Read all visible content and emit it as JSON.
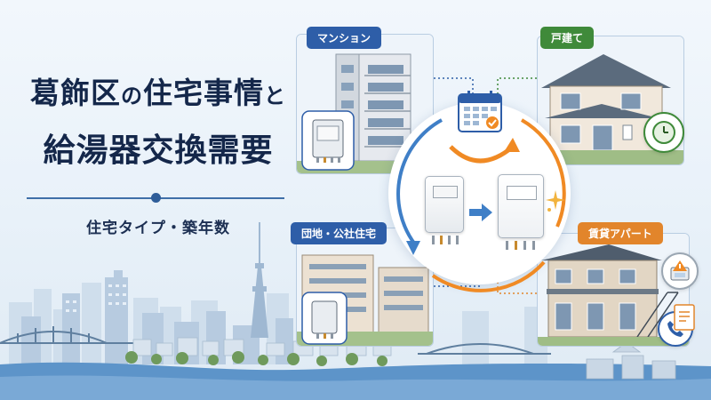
{
  "title": {
    "line1_ward": "葛飾区",
    "line1_no": "の",
    "line1_topic": "住宅事情",
    "line1_to": "と",
    "line2": "給湯器交換需要"
  },
  "subtitle": "住宅タイプ・築年数",
  "panels": {
    "mansion": "マンション",
    "detached": "戸建て",
    "danchi": "団地・公社住宅",
    "apartment": "賃貸アパート"
  },
  "icons": {
    "calendar": "calendar-icon",
    "clock": "clock-icon",
    "alert": "alert-icon",
    "document": "document-icon",
    "phone": "phone-icon",
    "arrow": "arrow-right-icon",
    "sparkle": "sparkle-icon"
  },
  "colors": {
    "navy": "#14274a",
    "blue_tag": "#2e5ea8",
    "green_tag": "#3f8a3a",
    "orange_tag": "#e2852b",
    "cycle_orange": "#f08a24",
    "cycle_blue": "#3f7fc7",
    "river": "#5d94c9"
  }
}
